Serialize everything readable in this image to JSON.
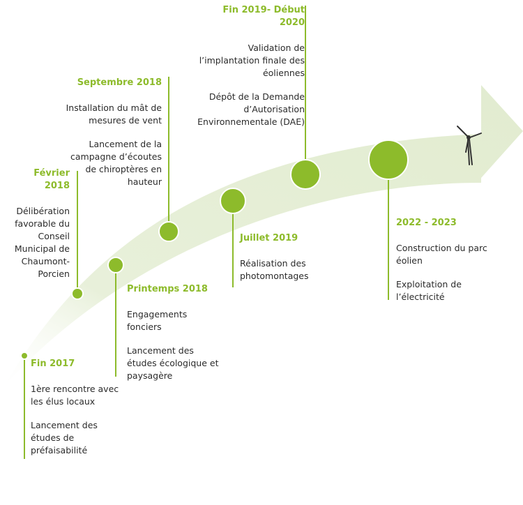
{
  "colors": {
    "accent": "#8dbb2b",
    "arrow_light": "#e6efd6",
    "text": "#2b2b2b"
  },
  "milestones": [
    {
      "date": "Fin 2017",
      "items": [
        "1ère rencontre avec les élus locaux",
        "Lancement des études de préfaisabilité"
      ]
    },
    {
      "date": "Février 2018",
      "items": [
        "Délibération favorable du Conseil Municipal de Chaumont-Porcien"
      ]
    },
    {
      "date": "Printemps 2018",
      "items": [
        "Engagements fonciers",
        "Lancement des études écologique et paysagère"
      ]
    },
    {
      "date": "Septembre 2018",
      "items": [
        "Installation du mât de mesures de vent",
        "Lancement de la campagne d’écoutes de chiroptères en hauteur"
      ]
    },
    {
      "date": "Juillet 2019",
      "items": [
        "Réalisation des photomontages"
      ]
    },
    {
      "date": "Fin 2019- Début 2020",
      "items": [
        "Validation de l’implantation finale des éoliennes",
        "Dépôt de la Demande d’Autorisation Environnementale (DAE)"
      ]
    },
    {
      "date": "2022 - 2023",
      "items": [
        "Construction du parc éolien",
        "Exploitation de l’électricité"
      ]
    }
  ],
  "icon": "wind-turbine-icon"
}
